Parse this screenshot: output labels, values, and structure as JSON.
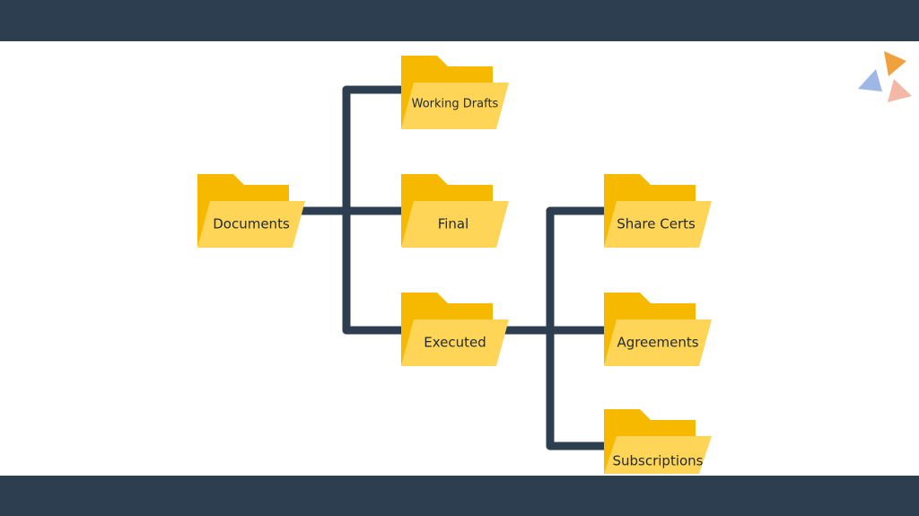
{
  "diagram": {
    "folders": [
      {
        "id": "documents",
        "label": "Documents"
      },
      {
        "id": "working_drafts",
        "label": "Working Drafts"
      },
      {
        "id": "final",
        "label": "Final"
      },
      {
        "id": "executed",
        "label": "Executed"
      },
      {
        "id": "share_certs",
        "label": "Share Certs"
      },
      {
        "id": "agreements",
        "label": "Agreements"
      },
      {
        "id": "subscriptions",
        "label": "Subscriptions"
      }
    ],
    "hierarchy": [
      {
        "parent": "documents",
        "children": [
          "working_drafts",
          "final",
          "executed"
        ]
      },
      {
        "parent": "executed",
        "children": [
          "share_certs",
          "agreements",
          "subscriptions"
        ]
      }
    ]
  },
  "logo": {
    "colors": [
      "#f0a03c",
      "#9fb7e6",
      "#f3b8a6"
    ]
  },
  "colors": {
    "band": "#2c3e50",
    "connector": "#2c3e50",
    "folder_back": "#f7b900",
    "folder_front": "#fed557",
    "label": "#1f2a36"
  }
}
